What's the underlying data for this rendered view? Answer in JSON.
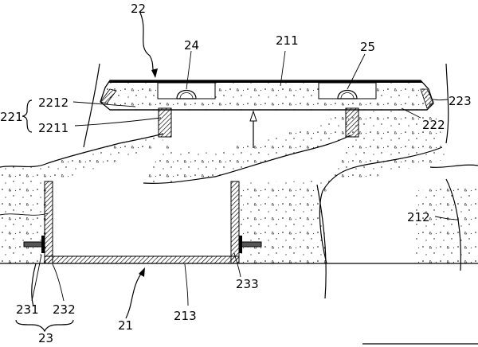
{
  "labels": {
    "l22": "22",
    "l24": "24",
    "l211": "211",
    "l25": "25",
    "l2212": "2212",
    "l221": "221",
    "l2211": "2211",
    "l223": "223",
    "l222": "222",
    "l212": "212",
    "l233": "233",
    "l231": "231",
    "l232": "232",
    "l21": "21",
    "l213": "213",
    "l23": "23"
  }
}
